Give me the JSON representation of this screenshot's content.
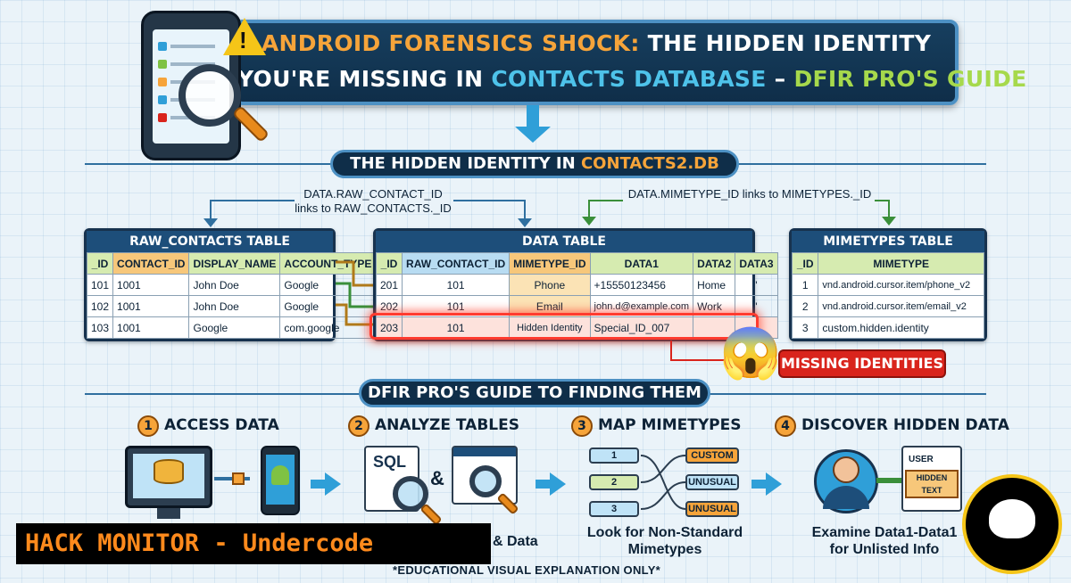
{
  "header": {
    "title_line1_part1": "ANDROID FORENSICS SHOCK:",
    "title_line1_part2": "THE HIDDEN IDENTITY",
    "title_line2_part1": "YOU'RE MISSING IN",
    "title_line2_part2": "CONTACTS DATABASE",
    "title_line2_dash": "–",
    "title_line2_part3": "DFIR PRO'S GUIDE"
  },
  "section1": {
    "label_part1": "THE HIDDEN IDENTITY IN",
    "label_part2": "CONTACTS2.DB"
  },
  "links": {
    "left_line1": "DATA.RAW_CONTACT_ID",
    "left_line2": "links to RAW_CONTACTS._ID",
    "right": "DATA.MIMETYPE_ID links to MIMETYPES._ID"
  },
  "raw_contacts": {
    "title": "RAW_CONTACTS TABLE",
    "headers": [
      "_ID",
      "CONTACT_ID",
      "DISPLAY_NAME",
      "ACCOUNT_TYPE"
    ],
    "rows": [
      [
        "101",
        "1001",
        "John Doe",
        "Google"
      ],
      [
        "102",
        "1001",
        "John Doe",
        "Google"
      ],
      [
        "103",
        "1001",
        "Google",
        "com.google"
      ]
    ]
  },
  "data_table": {
    "title": "DATA TABLE",
    "headers": [
      "_ID",
      "RAW_CONTACT_ID",
      "MIMETYPE_ID",
      "DATA1",
      "DATA2",
      "DATA3"
    ],
    "rows": [
      [
        "201",
        "101",
        "Phone",
        "+15550123456",
        "Home",
        "'"
      ],
      [
        "202",
        "101",
        "Email",
        "john.d@example.com",
        "Work",
        "'"
      ],
      [
        "203",
        "101",
        "Hidden Identity",
        "Special_ID_007",
        "",
        ""
      ]
    ]
  },
  "mimetypes": {
    "title": "MIMETYPES TABLE",
    "headers": [
      "_ID",
      "MIMETYPE"
    ],
    "rows": [
      [
        "1",
        "vnd.android.cursor.item/phone_v2"
      ],
      [
        "2",
        "vnd.android.cursor.item/email_v2"
      ],
      [
        "3",
        "custom.hidden.identity"
      ]
    ]
  },
  "alert": {
    "emoji": "😱",
    "label": "MISSING IDENTITIES"
  },
  "section2": {
    "label": "DFIR PRO'S GUIDE TO FINDING THEM"
  },
  "steps": [
    {
      "num": "1",
      "label": "ACCESS DATA"
    },
    {
      "num": "2",
      "label": "ANALYZE TABLES"
    },
    {
      "num": "3",
      "label": "MAP MIMETYPES"
    },
    {
      "num": "4",
      "label": "DISCOVER HIDDEN DATA"
    }
  ],
  "step2": {
    "sql": "SQL",
    "amp": "&",
    "caption_tail": "& Data"
  },
  "step3": {
    "left_boxes": [
      "1",
      "2",
      "3"
    ],
    "right_boxes": [
      "CUSTOM",
      "UNUSUAL",
      "UNUSUAL"
    ],
    "caption_line1": "Look for Non-Standard",
    "caption_line2": "Mimetypes"
  },
  "step4": {
    "card_user": "USER",
    "card_hidden": "HIDDEN TEXT",
    "caption_line1": "Examine Data1-Data1",
    "caption_line2": "for Unlisted Info"
  },
  "watermark": "HACK MONITOR - Undercode",
  "footer": "*EDUCATIONAL VISUAL EXPLANATION ONLY*",
  "colors": {
    "accent_orange": "#f6a43a",
    "accent_cyan": "#4ec3ea",
    "accent_green": "#a6d94c",
    "navy": "#0f2e49",
    "alert_red": "#d9241c"
  }
}
